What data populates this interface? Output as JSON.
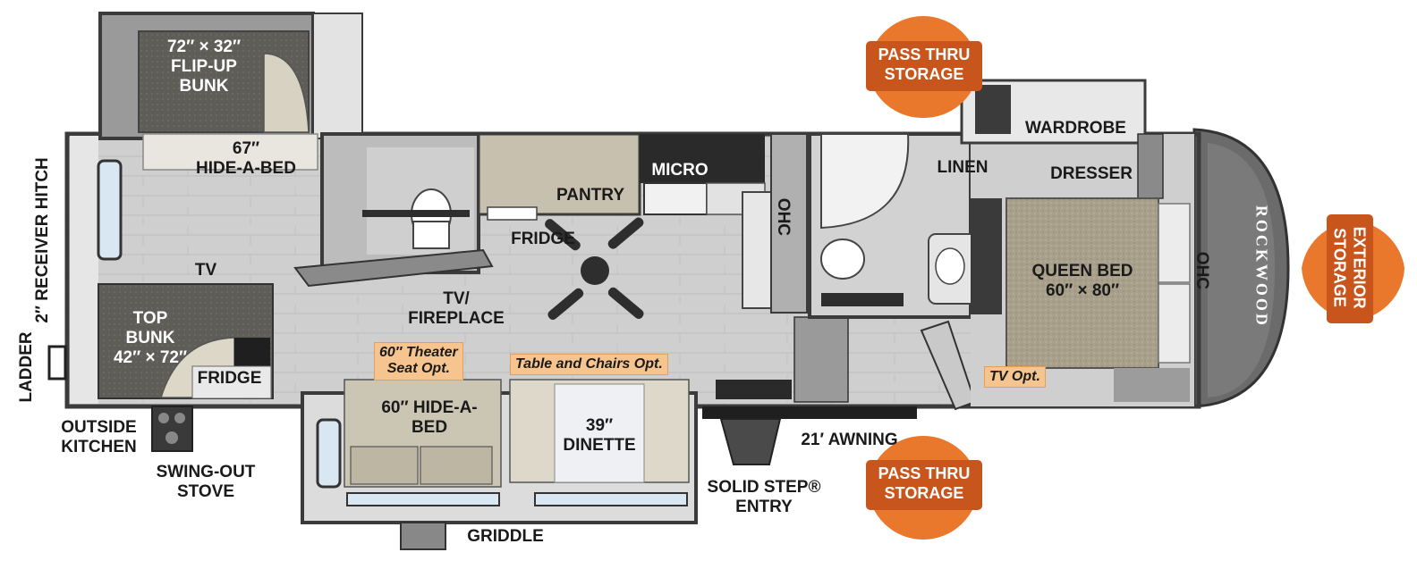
{
  "accent_color": "#c8551b",
  "badge_color": "#e9772c",
  "option_color": "#f6c48f",
  "brand": "ROCKWOOD",
  "badges": {
    "pass_thru_top": [
      "PASS THRU",
      "STORAGE"
    ],
    "pass_thru_bottom": [
      "PASS THRU",
      "STORAGE"
    ],
    "exterior": [
      "EXTERIOR",
      "STORAGE"
    ]
  },
  "labels": {
    "flip_up_bunk": [
      "72″ × 32″",
      "FLIP-UP",
      "BUNK"
    ],
    "hide_a_bed_67": [
      "67″",
      "HIDE-A-BED"
    ],
    "receiver_hitch": "2″ RECEIVER HITCH",
    "ladder": "LADDER",
    "tv_left": "TV",
    "top_bunk": [
      "TOP",
      "BUNK",
      "42″ × 72″"
    ],
    "fridge_bunk": "FRIDGE",
    "outside_kitchen": [
      "OUTSIDE",
      "KITCHEN"
    ],
    "swing_out_stove": [
      "SWING-OUT",
      "STOVE"
    ],
    "pantry": "PANTRY",
    "micro": "MICRO",
    "fridge_kitchen": "FRIDGE",
    "ohc_kitchen": "OHC",
    "tv_fireplace": [
      "TV/",
      "FIREPLACE"
    ],
    "hide_a_bed_60": [
      "60″ HIDE-A-",
      "BED"
    ],
    "dinette": [
      "39″",
      "DINETTE"
    ],
    "griddle": "GRIDDLE",
    "awning": "21′ AWNING",
    "solid_step": [
      "SOLID STEP®",
      "ENTRY"
    ],
    "linen": "LINEN",
    "wardrobe": "WARDROBE",
    "dresser": "DRESSER",
    "queen_bed": [
      "QUEEN BED",
      "60″ × 80″"
    ],
    "ohc_bedroom": "OHC"
  },
  "options": {
    "theater_seat": [
      "60″ Theater",
      "Seat Opt."
    ],
    "table_chairs": "Table and Chairs Opt.",
    "tv_opt": "TV Opt."
  }
}
